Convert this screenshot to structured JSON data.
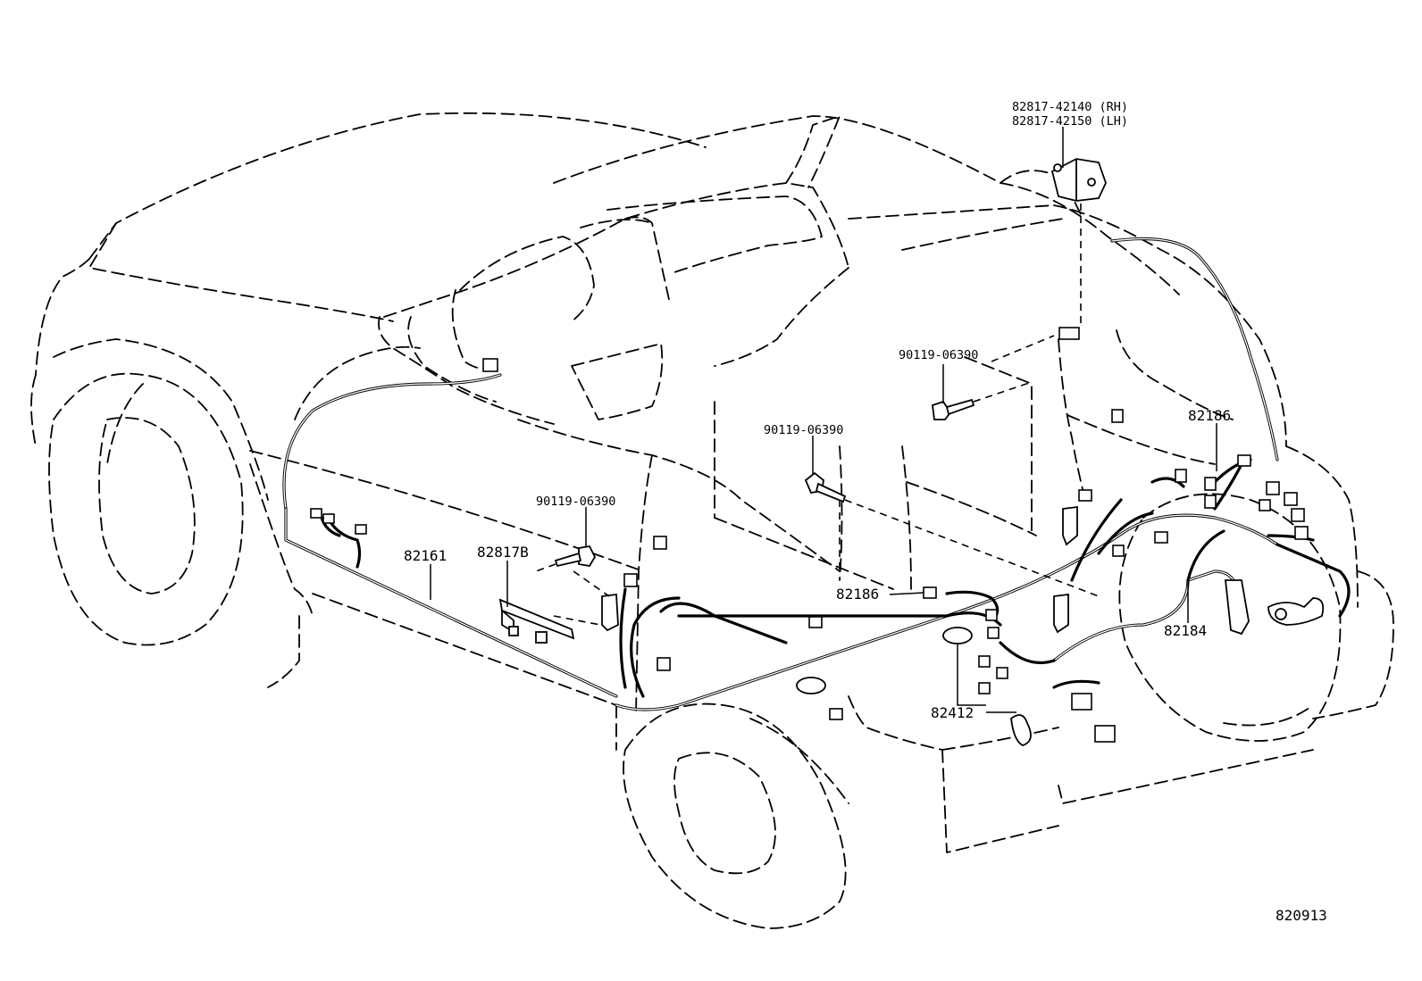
{
  "labels": {
    "sensor_rh": "82817-42140 (RH)",
    "sensor_lh": "82817-42150 (LH)",
    "bolt_a": "90119-06390",
    "bolt_b": "90119-06390",
    "bolt_c": "90119-06390",
    "wire_82186_a": "82186",
    "wire_82186_b": "82186",
    "wire_82161": "82161",
    "part_82817b": "82817B",
    "wire_82184": "82184",
    "grommet_82412": "82412",
    "figure_code": "820913"
  }
}
